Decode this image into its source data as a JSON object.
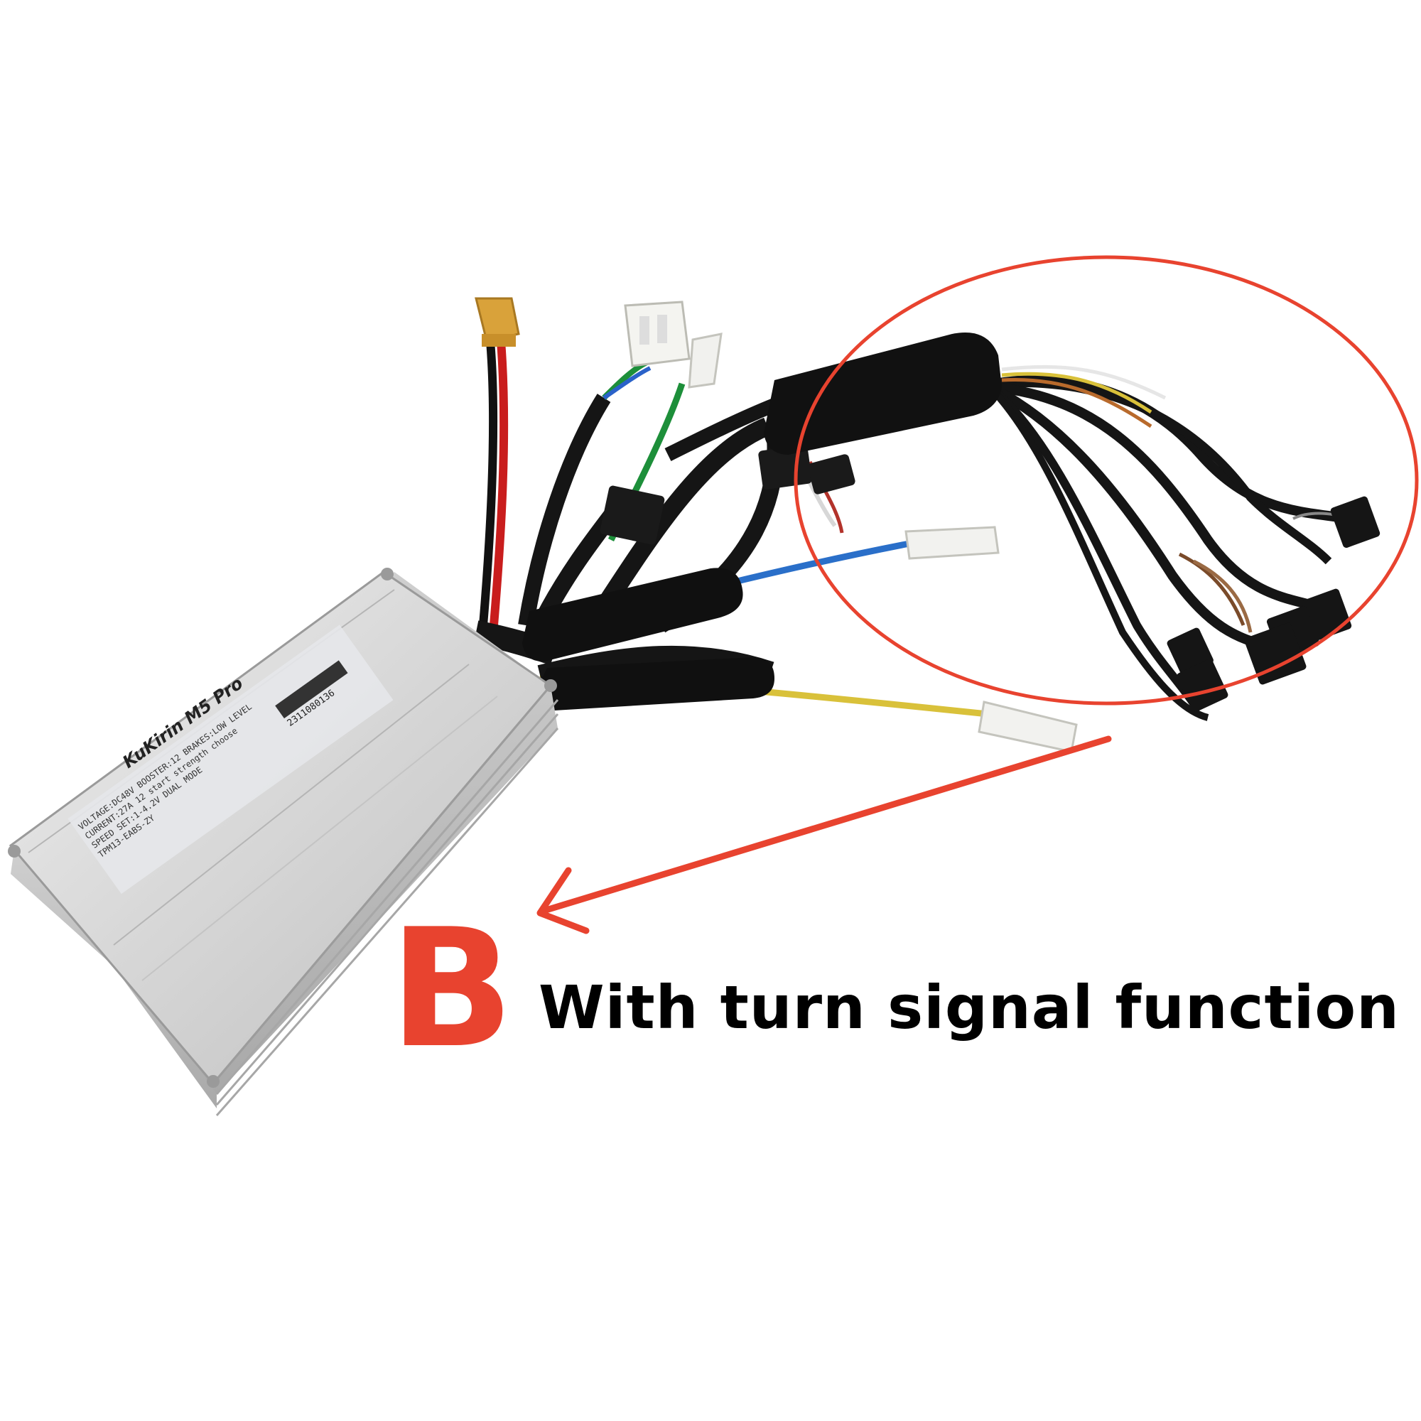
{
  "product": {
    "brand_plate": "KuKirin M5 Pro",
    "label_lines": [
      "VOLTAGE:DC48V   BOOSTER:12  BRAKES:LOW LEVEL",
      "CURRENT:27A      12 start strength choose",
      "SPEED SET:1-4.2V DUAL MODE",
      "TPM13-EABS-ZY"
    ],
    "serial": "2311080136"
  },
  "annotation": {
    "letter": "B",
    "caption": "With turn signal function",
    "colors": {
      "highlight": "#e8432f",
      "caption": "#000000"
    }
  }
}
